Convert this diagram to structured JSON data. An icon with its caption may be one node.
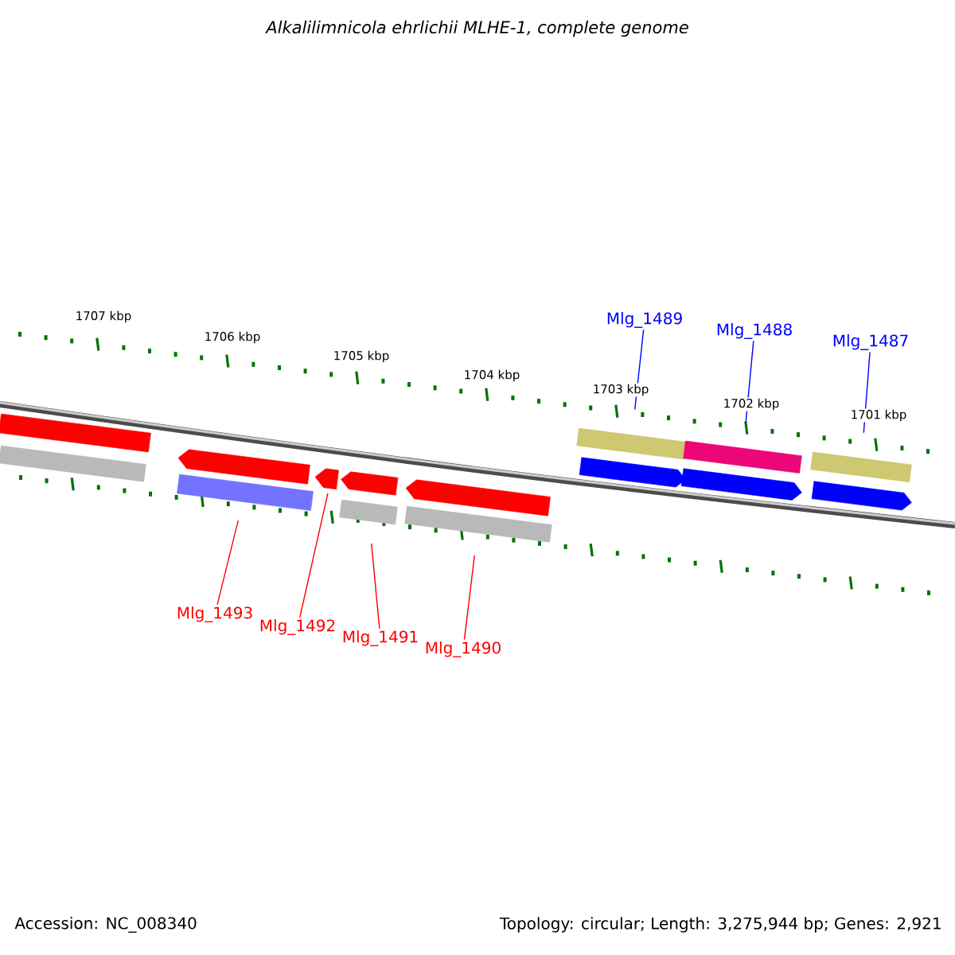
{
  "diagram": {
    "title": "Alkalilimnicola ehrlichii MLHE-1, complete genome",
    "nodes": [
      {
        "text": [
          "Mlg_1489"
        ]
      },
      {
        "text": [
          "Mlg_1488"
        ]
      },
      {
        "text": [
          "Mlg_1487"
        ]
      },
      {
        "text": [
          "Mlg_1493"
        ]
      },
      {
        "text": [
          "Mlg_1492"
        ]
      },
      {
        "text": [
          "Mlg_1491"
        ]
      },
      {
        "text": [
          "Mlg_1490"
        ]
      },
      {
        "text": [],
        "shape": "bar"
      },
      {
        "text": [],
        "shape": "bar"
      },
      {
        "text": [],
        "shape": "bar"
      },
      {
        "text": [],
        "shape": "arrow"
      },
      {
        "text": [],
        "shape": "arrow"
      },
      {
        "text": [],
        "shape": "bar"
      },
      {
        "text": [],
        "shape": "arrow"
      },
      {
        "text": [],
        "shape": "bar"
      },
      {
        "text": [],
        "shape": "arrow"
      },
      {
        "text": [],
        "shape": "arrow"
      },
      {
        "text": [],
        "shape": "bar"
      },
      {
        "text": [],
        "shape": "arrow"
      },
      {
        "text": [],
        "shape": "bar"
      },
      {
        "text": [],
        "shape": "arrow"
      },
      {
        "text": [],
        "shape": "bar"
      }
    ],
    "edges": [
      {
        "from": 0,
        "to": 17,
        "arrow": "none",
        "color": "#0000ff"
      },
      {
        "from": 1,
        "to": 19,
        "arrow": "none",
        "color": "#0000ff"
      },
      {
        "from": 2,
        "to": 21,
        "arrow": "none",
        "color": "#0000ff"
      },
      {
        "from": 3,
        "to": 9,
        "arrow": "none",
        "color": "#ff0000"
      },
      {
        "from": 4,
        "to": 11,
        "arrow": "none",
        "color": "#ff0000"
      },
      {
        "from": 5,
        "to": 12,
        "arrow": "none",
        "color": "#ff0000"
      },
      {
        "from": 6,
        "to": 14,
        "arrow": "none",
        "color": "#ff0000"
      }
    ],
    "labels": [
      "1707 kbp",
      "1706 kbp",
      "1705 kbp",
      "1704 kbp",
      "1703 kbp",
      "1702 kbp",
      "1701 kbp",
      "Accession: NC_008340",
      "Topology: circular; Length: 3,275,944 bp; Genes: 2,921"
    ]
  }
}
